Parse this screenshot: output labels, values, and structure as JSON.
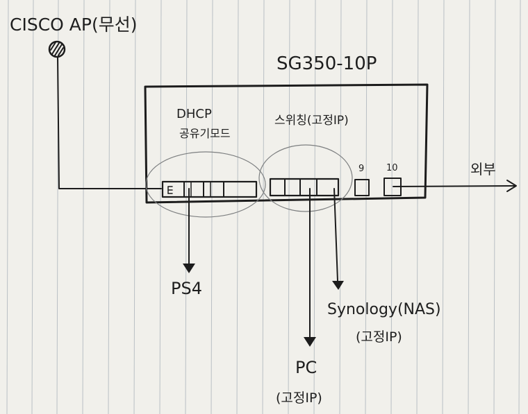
{
  "diagram": {
    "switch_model": "SG350-10P",
    "ap_label": "CISCO AP(무선)",
    "dhcp_group": {
      "line1": "DHCP",
      "line2": "공유기모드"
    },
    "switching_group": "스위칭(고정IP)",
    "port_9": "9",
    "port_10": "10",
    "external": "외부",
    "devices": {
      "ps4": "PS4",
      "pc": "PC",
      "pc_note": "(고정IP)",
      "nas": "Synology(NAS)",
      "nas_note": "(고정IP)"
    },
    "colors": {
      "ink": "#1c1c1c",
      "paper": "#f1f0eb",
      "rule": "#b9bfc4",
      "ellipse": "#7d7f80"
    }
  }
}
